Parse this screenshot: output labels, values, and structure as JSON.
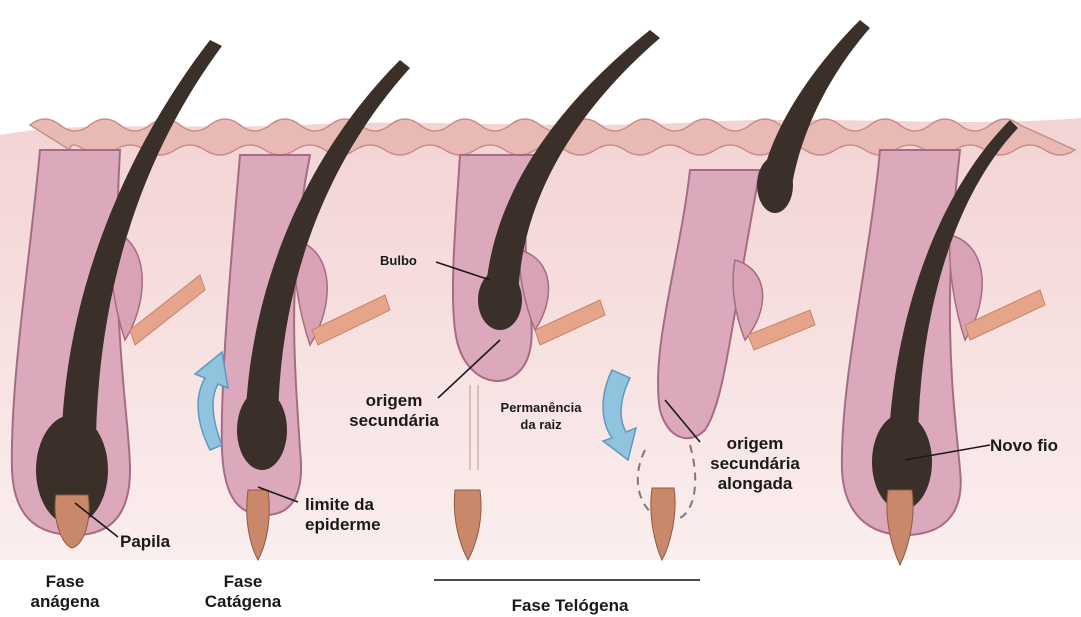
{
  "colors": {
    "skin": "#f4dcdc",
    "epidermis": "#e7b6b2",
    "follicle": "#d9a3b6",
    "follicle_edge": "#a76b83",
    "hair": "#3b3029",
    "muscle": "#e6a58a",
    "arrow": "#7fb8d9",
    "papilla": "#c9886a",
    "text": "#1a1a1a"
  },
  "labels": {
    "bulbo": "Bulbo",
    "papila": "Papila",
    "limite": "limite da\nepiderme",
    "origem_secundaria": "origem\nsecundária",
    "permanencia": "Permanência\nda raiz",
    "origem_alongada": "origem\nsecundária\nalongada",
    "novo_fio": "Novo fio"
  },
  "phases": {
    "anagena": "Fase\nanágena",
    "catagena": "Fase\nCatágena",
    "telogena": "Fase Telógena"
  },
  "icons": {
    "arrow_up": "curved-arrow-up-icon",
    "arrow_down": "curved-arrow-down-icon"
  }
}
